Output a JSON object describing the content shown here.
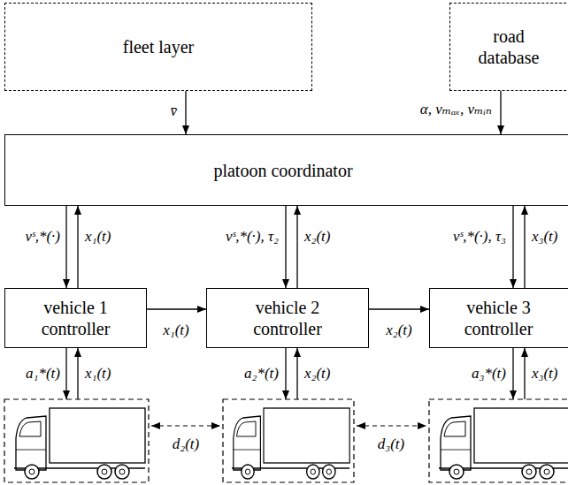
{
  "diagram": {
    "nodes": [
      {
        "text": [
          "fleet layer"
        ]
      },
      {
        "text": [
          "road database"
        ]
      },
      {
        "text": [
          "platoon coordinator"
        ]
      },
      {
        "text": [
          "vehicle 1 controller"
        ]
      },
      {
        "text": [
          "vehicle 2 controller"
        ]
      },
      {
        "text": [
          "vehicle 3 controller"
        ]
      }
    ],
    "edges": [
      {
        "from": 0,
        "to": 2,
        "arrow": "to",
        "label": "v̄"
      },
      {
        "from": 1,
        "to": 2,
        "arrow": "to",
        "label": "α, vₘₐₓ, vₘᵢₙ"
      },
      {
        "from": 2,
        "to": 3,
        "arrow": "to",
        "label": "vˢ,*(·)"
      },
      {
        "from": 3,
        "to": 2,
        "arrow": "to",
        "label": "x₁(t)"
      },
      {
        "from": 2,
        "to": 4,
        "arrow": "to",
        "label": "vˢ,*(·), τ₂"
      },
      {
        "from": 4,
        "to": 2,
        "arrow": "to",
        "label": "x₂(t)"
      },
      {
        "from": 2,
        "to": 5,
        "arrow": "to",
        "label": "vˢ,*(·), τ₃"
      },
      {
        "from": 5,
        "to": 2,
        "arrow": "to",
        "label": "x₃(t)"
      },
      {
        "from": 3,
        "to": 4,
        "arrow": "to",
        "label": "x₁(t)"
      },
      {
        "from": 4,
        "to": 5,
        "arrow": "to",
        "label": "x₂(t)"
      }
    ],
    "labels": [
      "a₁*(t)",
      "x₁(t)",
      "a₂*(t)",
      "x₂(t)",
      "a₃*(t)",
      "x₃(t)",
      "d₂(t)",
      "d₃(t)"
    ]
  }
}
